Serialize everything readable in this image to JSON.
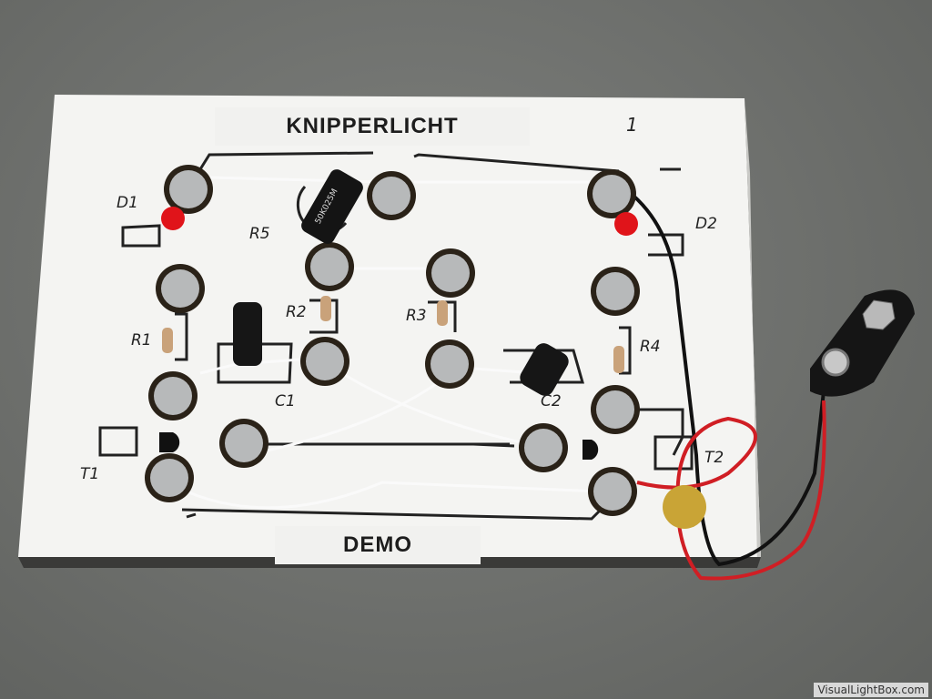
{
  "board": {
    "title": "KNIPPERLICHT",
    "subtitle": "DEMO",
    "marker": "1",
    "labels": {
      "d1": "D1",
      "d2": "D2",
      "r1": "R1",
      "r2": "R2",
      "r3": "R3",
      "r4": "R4",
      "r5": "R5",
      "c1": "C1",
      "c2": "C2",
      "t1": "T1",
      "t2": "T2"
    },
    "potentiometer_marking": "50K025M"
  },
  "watermark": "VisualLightBox.com",
  "colors": {
    "led": "#e0141a",
    "wire_red": "#d01e24",
    "paper": "#f4f4f2",
    "table": "#6f716e"
  }
}
